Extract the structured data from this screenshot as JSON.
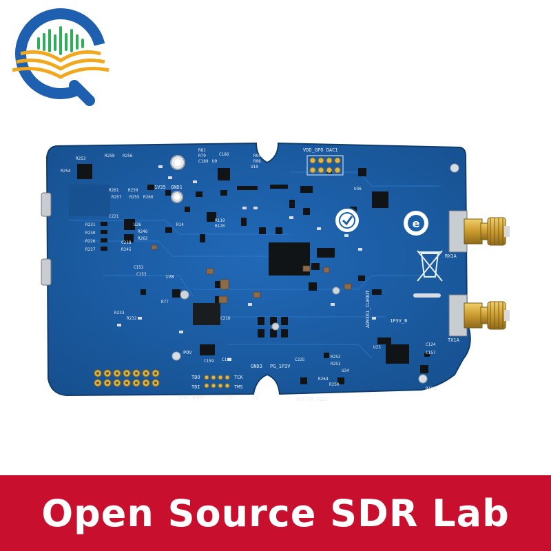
{
  "banner": {
    "title": "Open Source SDR Lab",
    "background": "#c8102e",
    "text_color": "#ffffff"
  },
  "logo": {
    "ring_color": "#1f5fb0",
    "book_color": "#f2a81d",
    "bars_color": "#2fae5a"
  },
  "board": {
    "pcb_color": "#1a5fa8",
    "silkscreen": {
      "bottom_side": "BOTTOM SIDE",
      "rx_port": "RX1A",
      "tx_port": "TX1A",
      "jtag_boot": "JTAG_BOOT",
      "gnd1": "GND1",
      "gnd3": "GND3",
      "v1v35": "1V35",
      "v1v8": "1V8",
      "v1p3v": "1P3V_B",
      "pg": "PG_1P3V",
      "pov": "POV",
      "ad_clk": "AD9361_CLEOUT",
      "jumper_header": "VDD_GPO DAC1",
      "tck": "TCK",
      "tms": "TMS",
      "tdo": "TDO",
      "tdi": "TDI",
      "tx": "TX",
      "rx": "RX"
    },
    "ref_designators": [
      "R253",
      "R258",
      "R256",
      "R254",
      "R81",
      "R79",
      "C189",
      "U9",
      "C186",
      "R95",
      "R96",
      "U10",
      "U36",
      "R261",
      "R259",
      "R257",
      "R255",
      "R260",
      "C221",
      "U26",
      "R231",
      "R230",
      "R226",
      "R227",
      "R246",
      "R262",
      "R245",
      "C218",
      "C152",
      "C153",
      "R14",
      "R119",
      "R120",
      "R77",
      "R233",
      "R232",
      "C159",
      "C119",
      "C225",
      "R252",
      "R251",
      "R250",
      "R264",
      "U34",
      "U23",
      "C124",
      "C157",
      "R102",
      "C216"
    ]
  }
}
